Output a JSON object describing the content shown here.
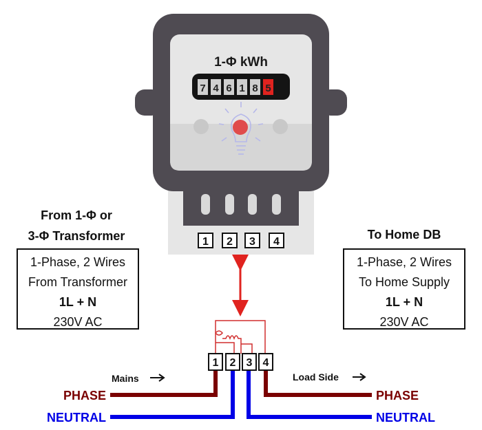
{
  "meter": {
    "title": "1-Φ kWh",
    "digits": [
      "7",
      "4",
      "6",
      "1",
      "8",
      "5"
    ],
    "terminals": [
      "1",
      "2",
      "3",
      "4"
    ]
  },
  "source": {
    "heading_line1": "From 1-Φ or",
    "heading_line2": "3-Φ Transformer",
    "box_line1": "1-Phase, 2 Wires",
    "box_line2": "From Transformer",
    "box_line3": "1L + N",
    "box_line4": "230V AC"
  },
  "load": {
    "heading": "To Home DB",
    "box_line1": "1-Phase, 2 Wires",
    "box_line2": "To Home Supply",
    "box_line3": "1L + N",
    "box_line4": "230V AC"
  },
  "wiring": {
    "terminals": [
      "1",
      "2",
      "3",
      "4"
    ],
    "mains_label": "Mains",
    "load_label": "Load Side",
    "phase_left": "PHASE",
    "neutral_left": "NEUTRAL",
    "phase_right": "PHASE",
    "neutral_right": "NEUTRAL"
  },
  "colors": {
    "meter_body": "#4f4b52",
    "meter_face": "#e6e6e6",
    "last_digit": "#e0231f",
    "indicator": "#e04b4b",
    "phase": "#7a0000",
    "neutral": "#0000e6",
    "coil": "#d12f2f",
    "arrow": "#e0231f"
  }
}
